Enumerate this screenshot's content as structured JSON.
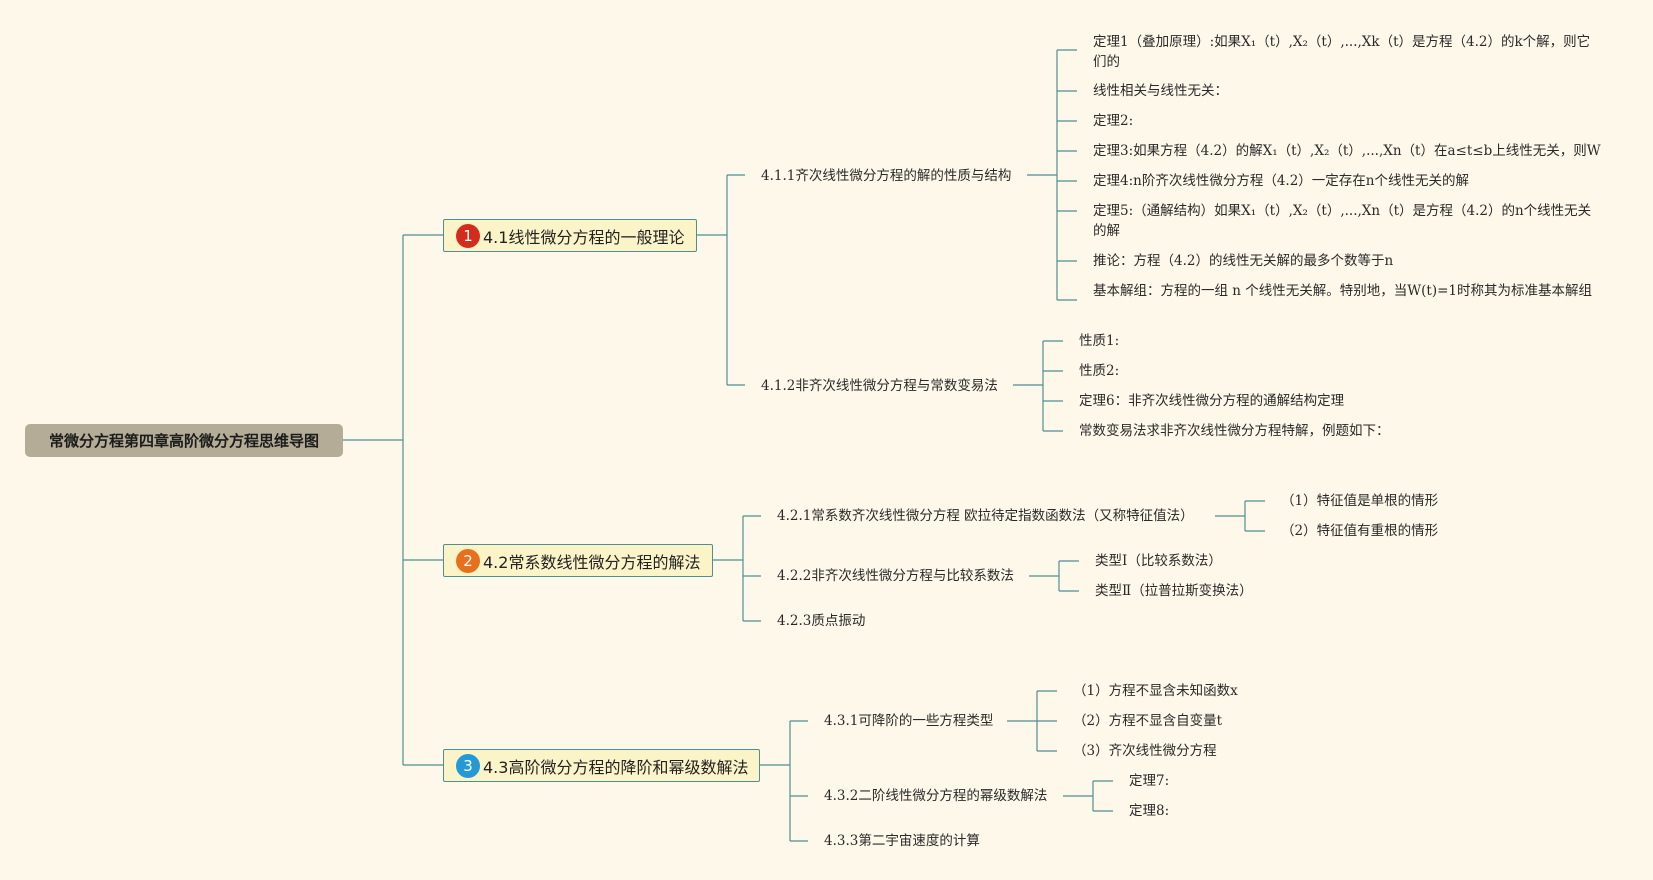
{
  "root": {
    "title": "常微分方程第四章高阶微分方程思维导图"
  },
  "branches": [
    {
      "number": "1",
      "title": "4.1线性微分方程的一般理论",
      "subs": [
        {
          "title": "4.1.1齐次线性微分方程的解的性质与结构",
          "leaves": [
            "定理1（叠加原理）:如果X₁（t）,X₂（t）,...,Xk（t）是方程（4.2）的k个解，则它们的",
            "线性相关与线性无关：",
            "定理2:",
            "定理3:如果方程（4.2）的解X₁（t）,X₂（t）,...,Xn（t）在a≤t≤b上线性无关，则W",
            "定理4:n阶齐次线性微分方程（4.2）一定存在n个线性无关的解",
            "定理5:（通解结构）如果X₁（t）,X₂（t）,...,Xn（t）是方程（4.2）的n个线性无关的解",
            "推论：方程（4.2）的线性无关解的最多个数等于n",
            "基本解组：方程的一组 n 个线性无关解。特别地，当W(t)=1时称其为标准基本解组"
          ]
        },
        {
          "title": "4.1.2非齐次线性微分方程与常数变易法",
          "leaves": [
            "性质1:",
            "性质2:",
            "定理6：非齐次线性微分方程的通解结构定理",
            "常数变易法求非齐次线性微分方程特解，例题如下："
          ]
        }
      ]
    },
    {
      "number": "2",
      "title": "4.2常系数线性微分方程的解法",
      "subs": [
        {
          "title": "4.2.1常系数齐次线性微分方程 欧拉待定指数函数法（又称特征值法）",
          "leaves": [
            "（1）特征值是单根的情形",
            "（2）特征值有重根的情形"
          ]
        },
        {
          "title": "4.2.2非齐次线性微分方程与比较系数法",
          "leaves": [
            "类型Ⅰ（比较系数法）",
            "类型Ⅱ（拉普拉斯变换法）"
          ]
        },
        {
          "title": "4.2.3质点振动",
          "leaves": []
        }
      ]
    },
    {
      "number": "3",
      "title": "4.3高阶微分方程的降阶和幂级数解法",
      "subs": [
        {
          "title": "4.3.1可降阶的一些方程类型",
          "leaves": [
            "（1）方程不显含未知函数x",
            "（2）方程不显含自变量t",
            "（3）齐次线性微分方程"
          ]
        },
        {
          "title": "4.3.2二阶线性微分方程的幂级数解法",
          "leaves": [
            "定理7:",
            "定理8:"
          ]
        },
        {
          "title": "4.3.3第二宇宙速度的计算",
          "leaves": []
        }
      ]
    }
  ]
}
